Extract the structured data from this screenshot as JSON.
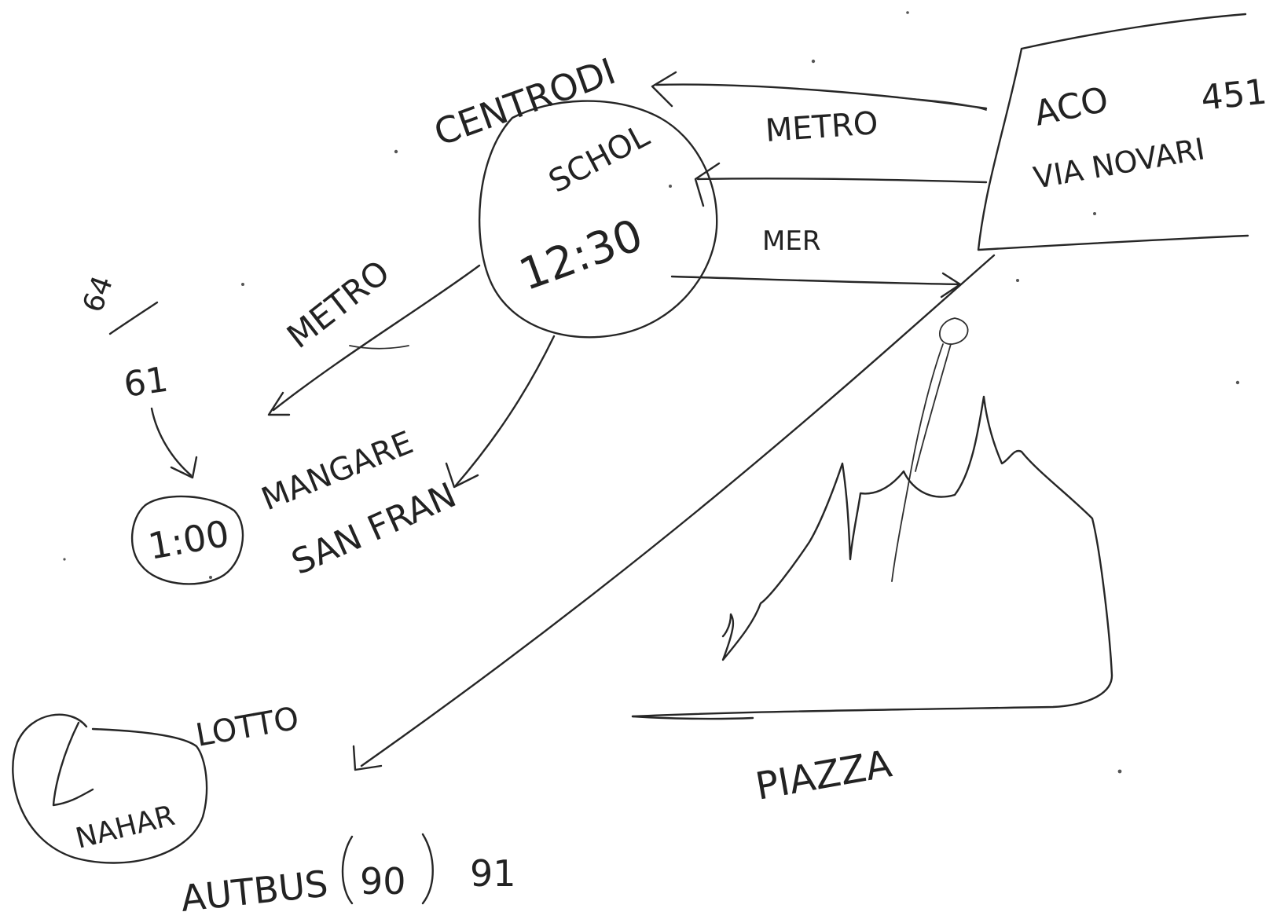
{
  "labels": {
    "centrodi": "CENTRODI",
    "school": "SCHOL",
    "school_time": "12:30",
    "metro_top": "METRO",
    "mer": "MER",
    "box_line1_left": "ACO",
    "box_line1_right": "451",
    "box_line2": "VIA NOVARI",
    "metro_left": "METRO",
    "num_top": "64",
    "num_bottom": "61",
    "clock_time": "1:00",
    "mangare": "MANGARE",
    "san_fran": "SAN FRAN",
    "lotto": "LOTTO",
    "nahar": "NAHAR",
    "piazza": "PIAZZA",
    "autobus": "AUTBUS",
    "bus_circled": "90",
    "bus_other": "91"
  },
  "colors": {
    "ink": "#262626",
    "paper": "#ffffff"
  }
}
